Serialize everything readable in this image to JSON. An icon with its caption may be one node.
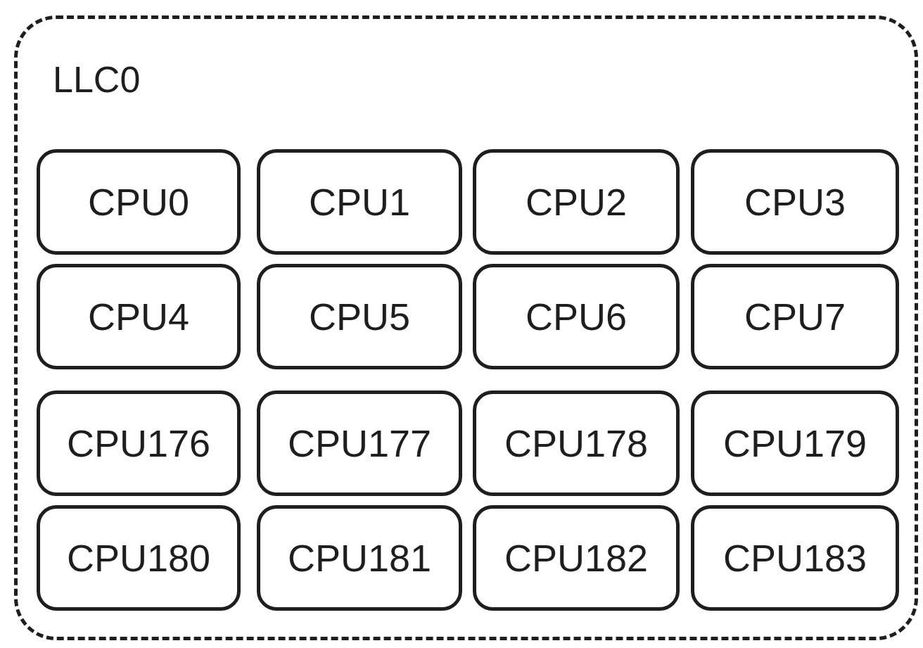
{
  "diagram": {
    "nodes": [
      {
        "text": [
          "LLC0"
        ]
      },
      {
        "text": [
          "CPU0"
        ],
        "in": 0
      },
      {
        "text": [
          "CPU1"
        ],
        "in": 0
      },
      {
        "text": [
          "CPU2"
        ],
        "in": 0
      },
      {
        "text": [
          "CPU3"
        ],
        "in": 0
      },
      {
        "text": [
          "CPU4"
        ],
        "in": 0
      },
      {
        "text": [
          "CPU5"
        ],
        "in": 0
      },
      {
        "text": [
          "CPU6"
        ],
        "in": 0
      },
      {
        "text": [
          "CPU7"
        ],
        "in": 0
      },
      {
        "text": [
          "CPU176"
        ],
        "in": 0
      },
      {
        "text": [
          "CPU177"
        ],
        "in": 0
      },
      {
        "text": [
          "CPU178"
        ],
        "in": 0
      },
      {
        "text": [
          "CPU179"
        ],
        "in": 0
      },
      {
        "text": [
          "CPU180"
        ],
        "in": 0
      },
      {
        "text": [
          "CPU181"
        ],
        "in": 0
      },
      {
        "text": [
          "CPU182"
        ],
        "in": 0
      },
      {
        "text": [
          "CPU183"
        ],
        "in": 0
      }
    ]
  }
}
